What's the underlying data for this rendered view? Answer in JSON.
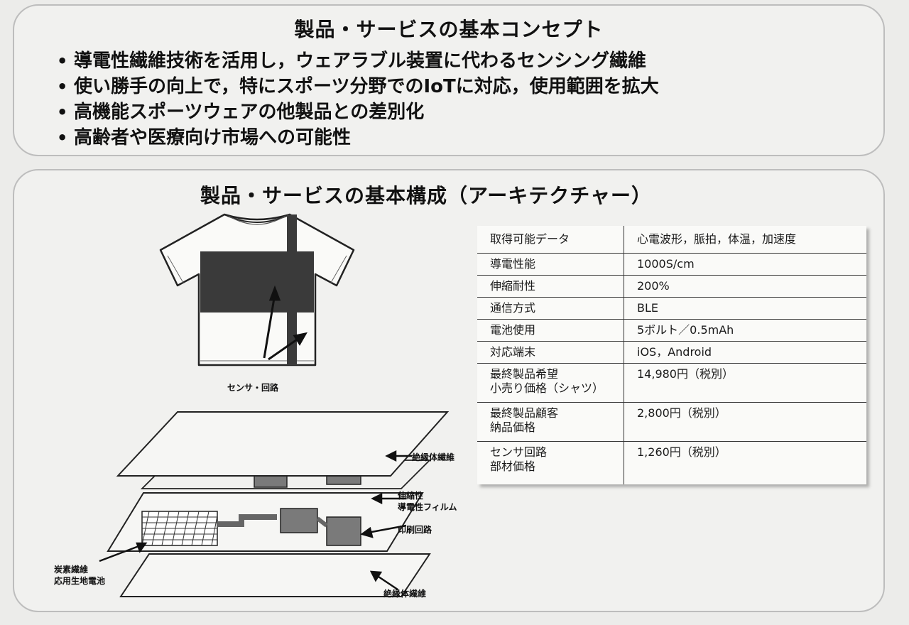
{
  "concept": {
    "title": "製品・サービスの基本コンセプト",
    "bullets": [
      "導電性繊維技術を活用し，ウェアラブル装置に代わるセンシング繊維",
      "使い勝手の向上で，特にスポーツ分野でのIoTに対応，使用範囲を拡大",
      "高機能スポーツウェアの他製品との差別化",
      "高齢者や医療向け市場への可能性"
    ]
  },
  "architecture": {
    "title": "製品・サービスの基本構成（アーキテクチャー）",
    "shirt_label": "センサ・回路",
    "layers": {
      "top_insulation": "絶縁体繊維",
      "stretch_film_1": "伸縮性",
      "stretch_film_2": "導電性フィルム",
      "printed_circuit": "印刷回路",
      "battery_1": "炭素繊維",
      "battery_2": "応用生地電池",
      "bottom_insulation": "絶縁体繊維"
    },
    "spec_table": [
      {
        "key": [
          "取得可能データ"
        ],
        "value": "心電波形，脈拍，体温，加速度"
      },
      {
        "key": [
          "導電性能"
        ],
        "value": "1000S/cm"
      },
      {
        "key": [
          "伸縮耐性"
        ],
        "value": "200%"
      },
      {
        "key": [
          "通信方式"
        ],
        "value": "BLE"
      },
      {
        "key": [
          "電池使用"
        ],
        "value": "5ボルト／0.5mAh"
      },
      {
        "key": [
          "対応端末"
        ],
        "value": "iOS，Android"
      },
      {
        "key": [
          "最終製品希望",
          "小売り価格（シャツ）"
        ],
        "value": "14,980円（税別）"
      },
      {
        "key": [
          "最終製品顧客",
          "納品価格"
        ],
        "value": "2,800円（税別）"
      },
      {
        "key": [
          "センサ回路",
          "部材価格"
        ],
        "value": "1,260円（税別）"
      }
    ]
  },
  "colors": {
    "background": "#ececea",
    "panel_border": "#bdbdbd",
    "sensor_band": "#3a3a3a",
    "component": "#7a7a7a"
  }
}
